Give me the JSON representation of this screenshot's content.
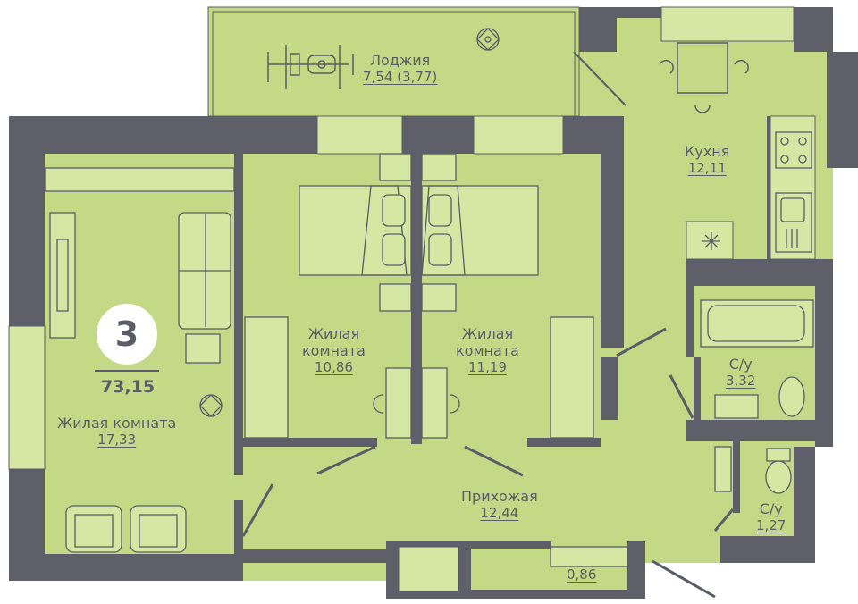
{
  "colors": {
    "floor": "#c4d986",
    "wall": "#5e5f68",
    "line": "#5b5d66",
    "furniture": "#d6e6a3"
  },
  "apartment": {
    "rooms_count": "3",
    "total_area": "73,15"
  },
  "rooms": {
    "loggia": {
      "name": "Лоджия",
      "area": "7,54 (3,77)"
    },
    "kitchen": {
      "name": "Кухня",
      "area": "12,11"
    },
    "bedroom1": {
      "name": "Жилая\nкомната",
      "area": "10,86"
    },
    "bedroom2": {
      "name": "Жилая\nкомната",
      "area": "11,19"
    },
    "living": {
      "name": "Жилая комната",
      "area": "17,33"
    },
    "bathroom": {
      "name": "С/у",
      "area": "3,32"
    },
    "toilet": {
      "name": "С/у",
      "area": "1,27"
    },
    "hallway": {
      "name": "Прихожая",
      "area": "12,44"
    },
    "closet": {
      "name": "",
      "area": "0,86"
    }
  },
  "icons": [
    "exercise-bike-icon",
    "plant-icon",
    "table-chairs-icon",
    "stove-icon",
    "sink-icon",
    "bed-icon",
    "wardrobe-icon",
    "desk-icon",
    "sofa-icon",
    "armchair-icon",
    "bathtub-icon",
    "toilet-icon",
    "washbasin-icon",
    "washing-machine-icon",
    "snowflake-icon"
  ]
}
